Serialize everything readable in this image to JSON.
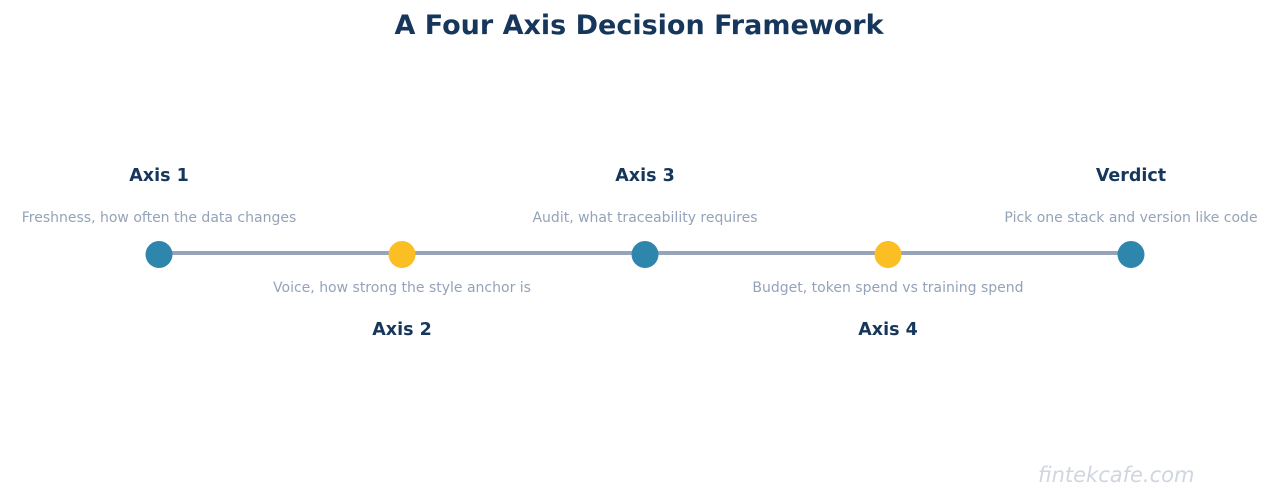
{
  "title": "A Four Axis Decision Framework",
  "steps": [
    {
      "label": "Axis 1",
      "description": "Freshness, how often the data changes",
      "color": "#2e86ad"
    },
    {
      "label": "Axis 2",
      "description": "Voice, how strong the style anchor is",
      "color": "#fbbf24"
    },
    {
      "label": "Axis 3",
      "description": "Audit, what traceability requires",
      "color": "#2e86ad"
    },
    {
      "label": "Axis 4",
      "description": "Budget, token spend vs training spend",
      "color": "#fbbf24"
    },
    {
      "label": "Verdict",
      "description": "Pick one stack and version like code",
      "color": "#2e86ad"
    }
  ],
  "watermark": "fintekcafe.com",
  "colors": {
    "title": "#16365c",
    "line": "#96a3b8",
    "description": "#94a3b8",
    "watermark": "#cfd6df"
  }
}
